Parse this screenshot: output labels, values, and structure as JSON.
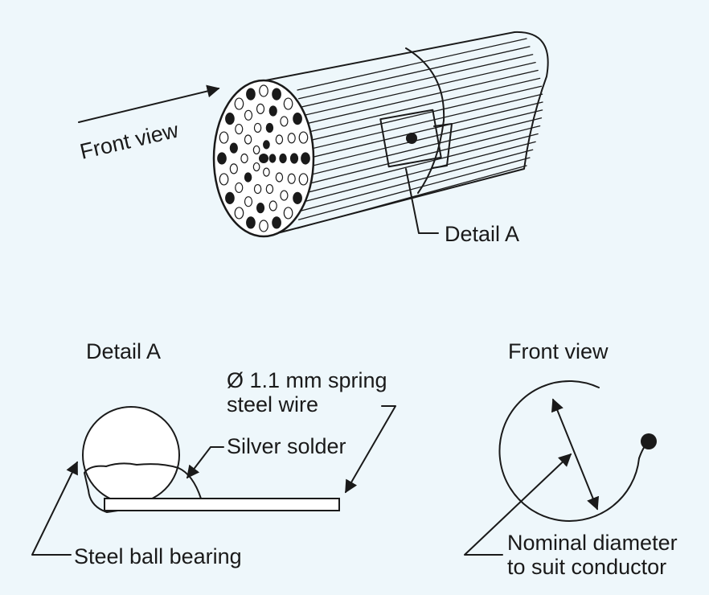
{
  "labels": {
    "front_view_top": "Front view",
    "detail_a_top": "Detail A",
    "detail_a_heading": "Detail A",
    "front_view_heading": "Front view",
    "wire_spec_line1": "Ø 1.1 mm spring",
    "wire_spec_line2": "steel wire",
    "silver_solder": "Silver solder",
    "steel_ball_bearing": "Steel ball bearing",
    "nominal_line1": "Nominal diameter",
    "nominal_line2": "to suit conductor"
  },
  "colors": {
    "background": "#eef7fb",
    "ink": "#1a1a1a"
  }
}
